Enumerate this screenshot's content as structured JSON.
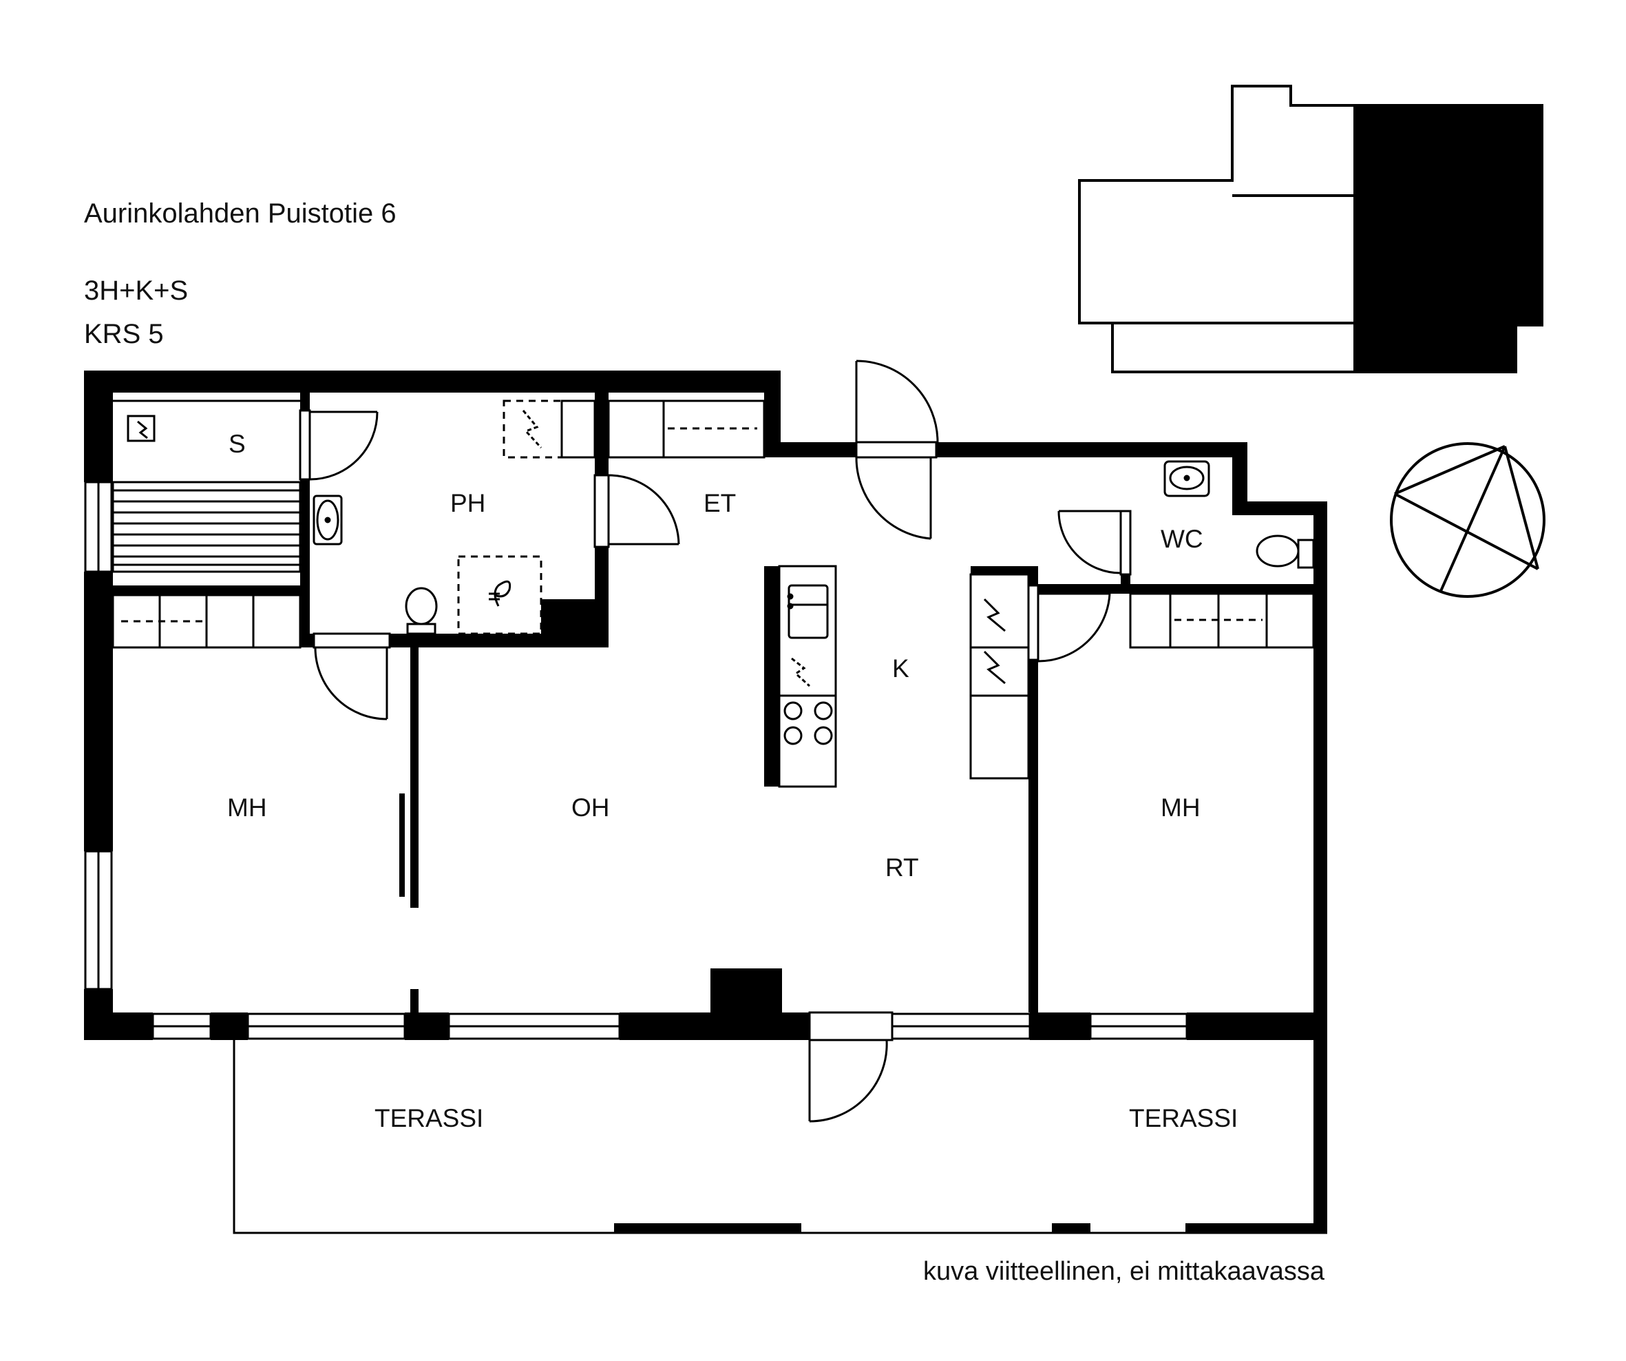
{
  "header": {
    "address": "Aurinkolahden Puistotie 6",
    "apartment_type": "3H+K+S",
    "floor": "KRS 5"
  },
  "rooms": {
    "sauna": "S",
    "bathroom": "PH",
    "hallway": "ET",
    "kitchen": "K",
    "toilet": "WC",
    "bedroom_left": "MH",
    "living_room": "OH",
    "dining_area": "RT",
    "bedroom_right": "MH",
    "terrace_left": "TERASSI",
    "terrace_right": "TERASSI"
  },
  "footer": {
    "disclaimer": "kuva viitteellinen, ei mittakaavassa"
  },
  "colors": {
    "wall": "#000000",
    "line": "#000000",
    "background": "#ffffff"
  }
}
